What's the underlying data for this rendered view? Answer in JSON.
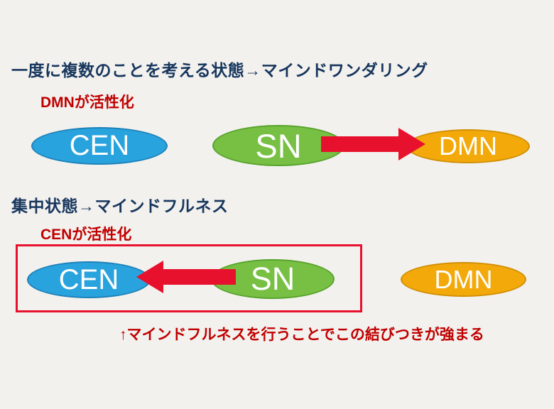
{
  "colors": {
    "background": "#f2f1ee",
    "title_text": "#17365d",
    "accent_red_text": "#c00000",
    "arrow_red": "#e8112d",
    "highlight_box_red": "#e8112d",
    "node_cen_fill": "#29a3dd",
    "node_sn_fill": "#77c043",
    "node_dmn_fill": "#f3a90a",
    "node_label_text": "#ffffff"
  },
  "mind_wandering": {
    "title": "一度に複数のことを考える状態→マインドワンダリング",
    "activation_label": "DMNが活性化",
    "nodes": [
      {
        "id": "cen",
        "label": "CEN"
      },
      {
        "id": "sn",
        "label": "SN"
      },
      {
        "id": "dmn",
        "label": "DMN"
      }
    ],
    "arrow": {
      "from": "SN",
      "to": "DMN",
      "direction": "right"
    }
  },
  "mindfulness": {
    "title": "集中状態→マインドフルネス",
    "activation_label": "CENが活性化",
    "nodes": [
      {
        "id": "cen",
        "label": "CEN"
      },
      {
        "id": "sn",
        "label": "SN"
      },
      {
        "id": "dmn",
        "label": "DMN"
      }
    ],
    "arrow": {
      "from": "SN",
      "to": "CEN",
      "direction": "left"
    },
    "highlighted_pair": [
      "CEN",
      "SN"
    ],
    "caption": "↑マインドフルネスを行うことでこの結びつきが強まる"
  }
}
